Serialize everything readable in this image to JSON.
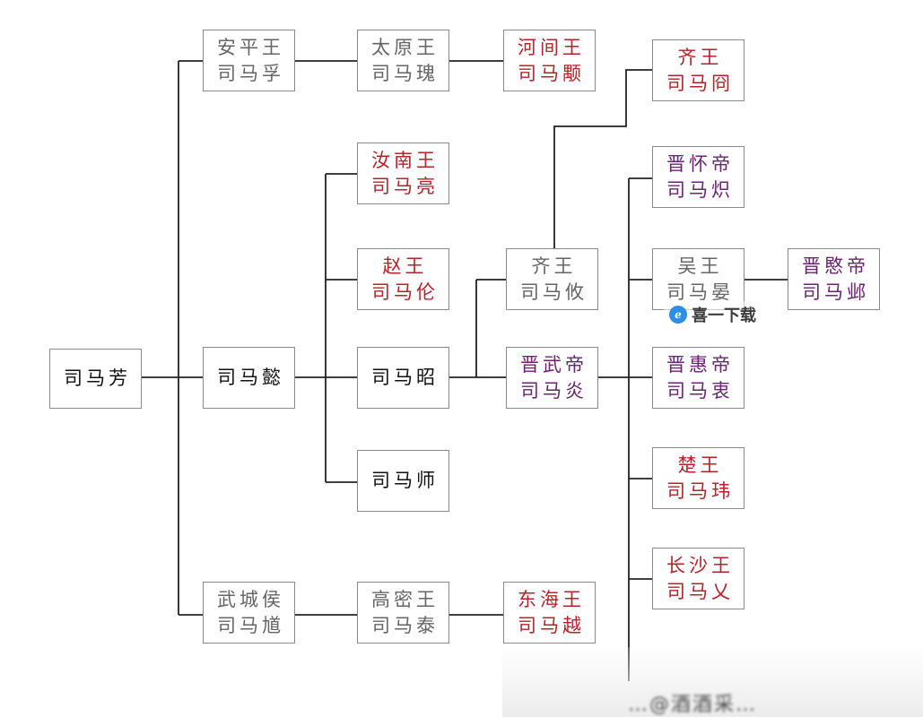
{
  "colors": {
    "line": "#222222",
    "border": "#8a8a8a",
    "black": "#111111",
    "gray": "#666666",
    "red": "#b5232a",
    "purple": "#6b2372"
  },
  "nodes": {
    "sima_fang": {
      "lines": [
        "司马芳"
      ],
      "color": "black"
    },
    "anping": {
      "lines": [
        "安平王",
        "司马孚"
      ],
      "color": "gray"
    },
    "sima_yi": {
      "lines": [
        "司马懿"
      ],
      "color": "black"
    },
    "wucheng": {
      "lines": [
        "武城侯",
        "司马馗"
      ],
      "color": "gray"
    },
    "taiyuan": {
      "lines": [
        "太原王",
        "司马瑰"
      ],
      "color": "gray"
    },
    "hejian": {
      "lines": [
        "河间王",
        "司马颙"
      ],
      "color": "red"
    },
    "runan": {
      "lines": [
        "汝南王",
        "司马亮"
      ],
      "color": "red"
    },
    "zhao": {
      "lines": [
        "赵王",
        "司马伦"
      ],
      "color": "red"
    },
    "sima_zhao": {
      "lines": [
        "司马昭"
      ],
      "color": "black"
    },
    "sima_shi": {
      "lines": [
        "司马师"
      ],
      "color": "black"
    },
    "gaomi": {
      "lines": [
        "高密王",
        "司马泰"
      ],
      "color": "gray"
    },
    "donghai": {
      "lines": [
        "东海王",
        "司马越"
      ],
      "color": "red"
    },
    "qi_you": {
      "lines": [
        "齐王",
        "司马攸"
      ],
      "color": "gray"
    },
    "jin_wudi": {
      "lines": [
        "晋武帝",
        "司马炎"
      ],
      "color": "purple"
    },
    "qi_jiong": {
      "lines": [
        "齐王",
        "司马冏"
      ],
      "color": "red"
    },
    "jin_huaidi": {
      "lines": [
        "晋怀帝",
        "司马炽"
      ],
      "color": "purple"
    },
    "wu_yan": {
      "lines": [
        "吴王",
        "司马晏"
      ],
      "color": "gray"
    },
    "jin_mindi": {
      "lines": [
        "晋愍帝",
        "司马邺"
      ],
      "color": "purple"
    },
    "jin_huidi": {
      "lines": [
        "晋惠帝",
        "司马衷"
      ],
      "color": "purple"
    },
    "chu": {
      "lines": [
        "楚王",
        "司马玮"
      ],
      "color": "red"
    },
    "changsha": {
      "lines": [
        "长沙王",
        "司马乂"
      ],
      "color": "red"
    }
  },
  "watermark": {
    "logo": "ℯ",
    "text": "喜一下载"
  },
  "footer_text": "…@酒酒采…"
}
